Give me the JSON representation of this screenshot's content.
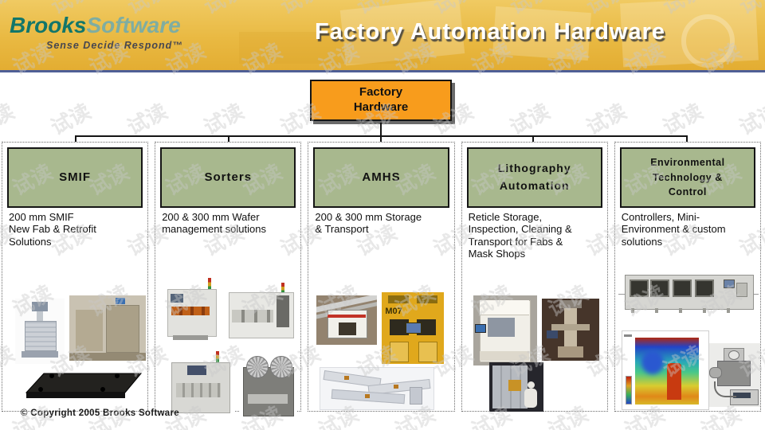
{
  "header": {
    "logo": {
      "brand_bold": "Brooks",
      "brand_light": "Software",
      "tagline": "Sense Decide Respond™"
    },
    "title": "Factory Automation Hardware"
  },
  "diagram": {
    "root": {
      "label": "Factory\nHardware"
    },
    "columns": [
      {
        "title": "SMIF",
        "description": "200 mm SMIF\nNew Fab & Retrofit\nSolutions"
      },
      {
        "title": "Sorters",
        "description": "200 & 300 mm Wafer\nmanagement solutions"
      },
      {
        "title": "AMHS",
        "description": "200 & 300 mm Storage\n& Transport",
        "photo_label": "M07"
      },
      {
        "title": "Lithography\nAutomation",
        "description": "Reticle Storage,\nInspection, Cleaning &\nTransport for Fabs &\nMask Shops"
      },
      {
        "title": "Environmental\nTechnology &\nControl",
        "description": "Controllers, Mini-\nEnvironment & custom\nsolutions"
      }
    ]
  },
  "footer": {
    "copyright": "© Copyright 2005 Brooks Software"
  },
  "watermark": {
    "text": "试读"
  },
  "colors": {
    "header_yellow": "#E9B942",
    "divider_blue": "#4F5F96",
    "accent_orange": "#F89C1C",
    "node_green": "#A8B88E",
    "logo_teal_dark": "#12766A",
    "logo_teal_light": "#7FADA1"
  }
}
